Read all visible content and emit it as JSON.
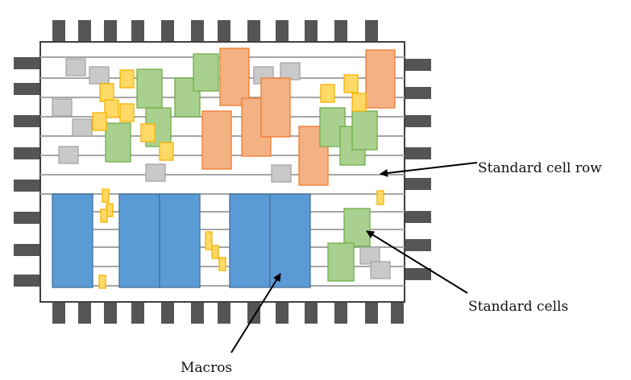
{
  "labels": {
    "standard_cell_row": "Standard cell row",
    "standard_cells": "Standard cells",
    "macros": "Macros"
  },
  "colors": {
    "chip_border": "#404040",
    "pin": "#555555",
    "row_line": "#a6a6a6",
    "macro_fill": "#5b9bd5",
    "macro_stroke": "#41719c",
    "green_fill": "#a9d08e",
    "green_stroke": "#70ad47",
    "orange_fill": "#f4b183",
    "orange_stroke": "#ed7d31",
    "yellow_fill": "#ffd966",
    "yellow_stroke": "#f4b400",
    "gray_fill": "#c9c9c9",
    "gray_stroke": "#a5a5a5",
    "arrow": "#000000"
  }
}
